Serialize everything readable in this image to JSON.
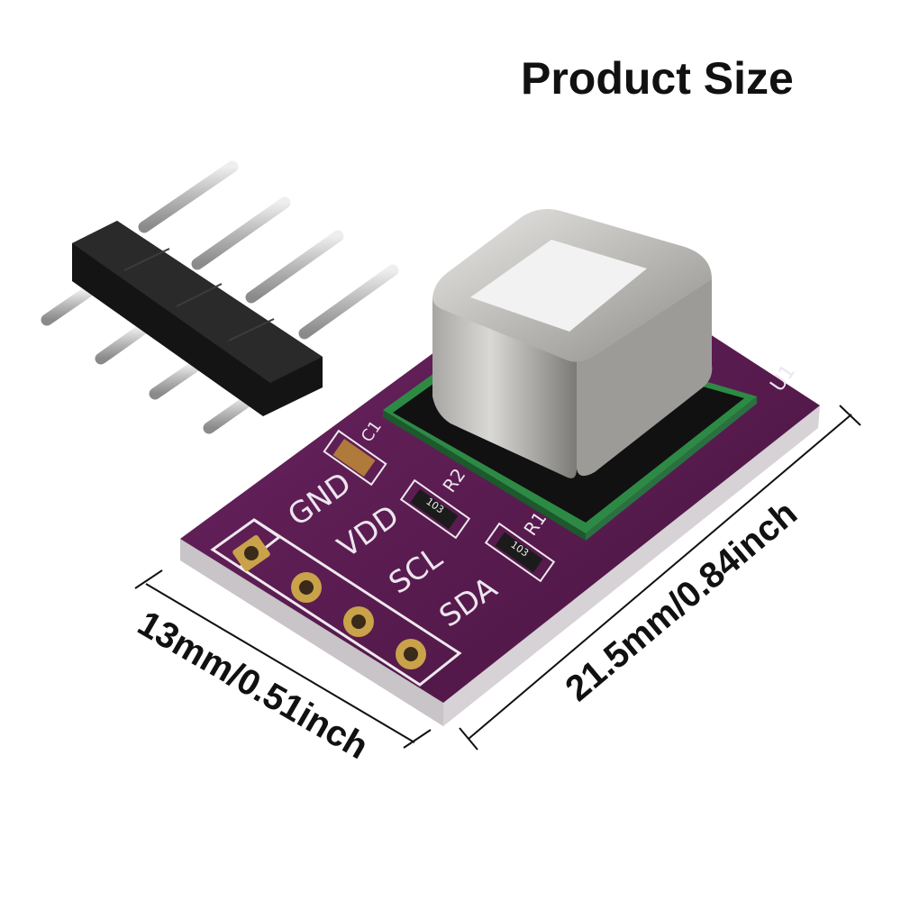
{
  "title": "Product Size",
  "dimensions": {
    "width_label": "13mm/0.51inch",
    "length_label": "21.5mm/0.84inch"
  },
  "board_silkscreen": {
    "pins": [
      "GND",
      "VDD",
      "SCL",
      "SDA"
    ],
    "c1": "C1",
    "r2": "R2",
    "r1": "R1",
    "r2_code": "103",
    "r1_code": "103",
    "u1": "U1"
  },
  "colors": {
    "pcb": "#5a1b4e",
    "pcb_dark": "#3c0f35",
    "sensor_can": "#c9c8c6",
    "header_plastic": "#1a1a1a",
    "header_pin": "#cfcfcf",
    "sensor_base": "#1f7a3a"
  }
}
